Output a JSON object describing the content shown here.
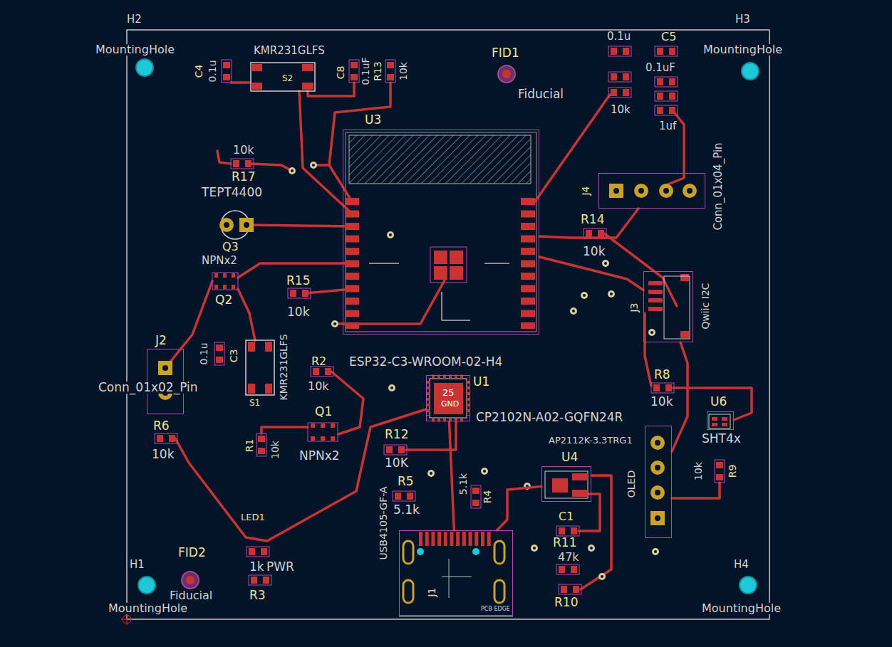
{
  "diagram": {
    "nodes": [
      {
        "text": [
          "U3",
          "ESP32-C3-WROOM-02-H4"
        ]
      },
      {
        "text": [
          "J4",
          "Conn_01x04_Pin"
        ]
      },
      {
        "text": [
          "J3",
          "Qwiic I2C"
        ]
      },
      {
        "text": [
          "J2",
          "Conn_01x02_Pin"
        ]
      },
      {
        "text": [
          "U1",
          "25",
          "GND",
          "CP2102N-A02-GQFN24R"
        ]
      },
      {
        "text": [
          "U6",
          "SHT4x"
        ]
      },
      {
        "text": [
          "OLED"
        ]
      },
      {
        "text": [
          "U4",
          "AP2112K-3.3TRG1"
        ]
      },
      {
        "text": [
          "J1",
          "USB4105-GF-A",
          "PCB EDGE"
        ]
      }
    ],
    "edges": [
      {
        "from": 0,
        "to": 1,
        "arrow": "none"
      },
      {
        "from": 0,
        "to": 2,
        "arrow": "none"
      },
      {
        "from": 2,
        "to": 6,
        "arrow": "none"
      },
      {
        "from": 4,
        "to": 8,
        "arrow": "none"
      },
      {
        "from": 8,
        "to": 7,
        "arrow": "none"
      }
    ],
    "labels": [
      "H2",
      "MountingHole",
      "H3",
      "MountingHole",
      "C4",
      "0.1u",
      "KMR231GLFS",
      "S2",
      "C8",
      "0.1uF",
      "R13",
      "10k",
      "FID1",
      "Fiducial",
      "0.1u",
      "C5",
      "0.1uF",
      "10k",
      "1uf",
      "10k",
      "R17",
      "TEPT4400",
      "R14",
      "10k",
      "Q3",
      "NPNx2",
      "R15",
      "Q2",
      "10k",
      "0.1u",
      "C3",
      "KMR231GLFS",
      "S1",
      "R2",
      "10k",
      "Q1",
      "R12",
      "R1",
      "10k",
      "NPNx2",
      "10K",
      "R6",
      "10k",
      "R8",
      "10k",
      "10k",
      "R9",
      "R5",
      "5.1k",
      "5.1k",
      "R4",
      "C1",
      "R11",
      "47k",
      "R10",
      "LED1",
      "FID2",
      "1k",
      "PWR",
      "H1",
      "H4",
      "R3",
      "Fiducial",
      "MountingHole",
      "MountingHole"
    ]
  }
}
